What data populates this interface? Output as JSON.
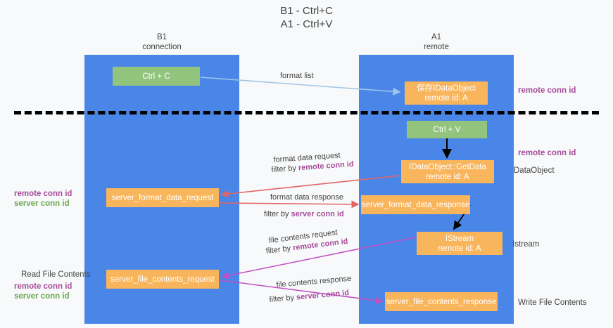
{
  "title": {
    "line1": "B1 - Ctrl+C",
    "line2": "A1 - Ctrl+V"
  },
  "columns": {
    "b1": {
      "name": "B1",
      "role": "connection"
    },
    "a1": {
      "name": "A1",
      "role": "remote"
    }
  },
  "nodes": {
    "ctrl_c": {
      "label": "Ctrl + C"
    },
    "save_dataobject": {
      "label": "保存IDataObject",
      "sub": "remote id: A"
    },
    "ctrl_v": {
      "label": "Ctrl + V"
    },
    "getdata": {
      "label": "IDataObject::GetData",
      "sub": "remote id: A"
    },
    "server_format_data_request": {
      "label": "server_format_data_request"
    },
    "server_format_data_response": {
      "label": "server_format_data_response"
    },
    "istream": {
      "label": "IStream",
      "sub": "remote id: A"
    },
    "server_file_contents_request": {
      "label": "server_file_contents_request"
    },
    "server_file_contents_response": {
      "label": "server_file_contents_response"
    }
  },
  "edges": {
    "format_list": {
      "label": "format list"
    },
    "format_data_request": {
      "label": "format data request",
      "filter_prefix": "filter by ",
      "filter_key": "remote conn id"
    },
    "format_data_response": {
      "label": "format data response",
      "filter_prefix": "filter by ",
      "filter_key": "server conn id"
    },
    "file_contents_request": {
      "label": "file contents request",
      "filter_prefix": "filter by ",
      "filter_key": "remote conn id"
    },
    "file_contents_response": {
      "label": "file contents response",
      "filter_prefix": "filter by ",
      "filter_key": "server conn id"
    }
  },
  "side_labels": {
    "right_remote_conn_1": "remote conn id",
    "right_remote_conn_2": "remote conn id",
    "dataobject": "DataObject",
    "istream": "Istream",
    "write_file_contents": "Write File Contents",
    "left_remote_conn_1": "remote conn id",
    "left_server_conn_1": "server conn id",
    "read_file_contents": "Read File Contents",
    "left_remote_conn_2": "remote conn id",
    "left_server_conn_2": "server conn id"
  },
  "colors": {
    "column_band": "#4a86e8",
    "node_green": "#93c47d",
    "node_orange": "#f9b55c",
    "arrow_blue": "#9fc5e8",
    "arrow_red": "#e06666",
    "arrow_black": "#000000",
    "arrow_magenta": "#c14fc1",
    "text_purple": "#a64d9a",
    "text_green": "#6aa84f",
    "background": "#f8f9fa"
  }
}
